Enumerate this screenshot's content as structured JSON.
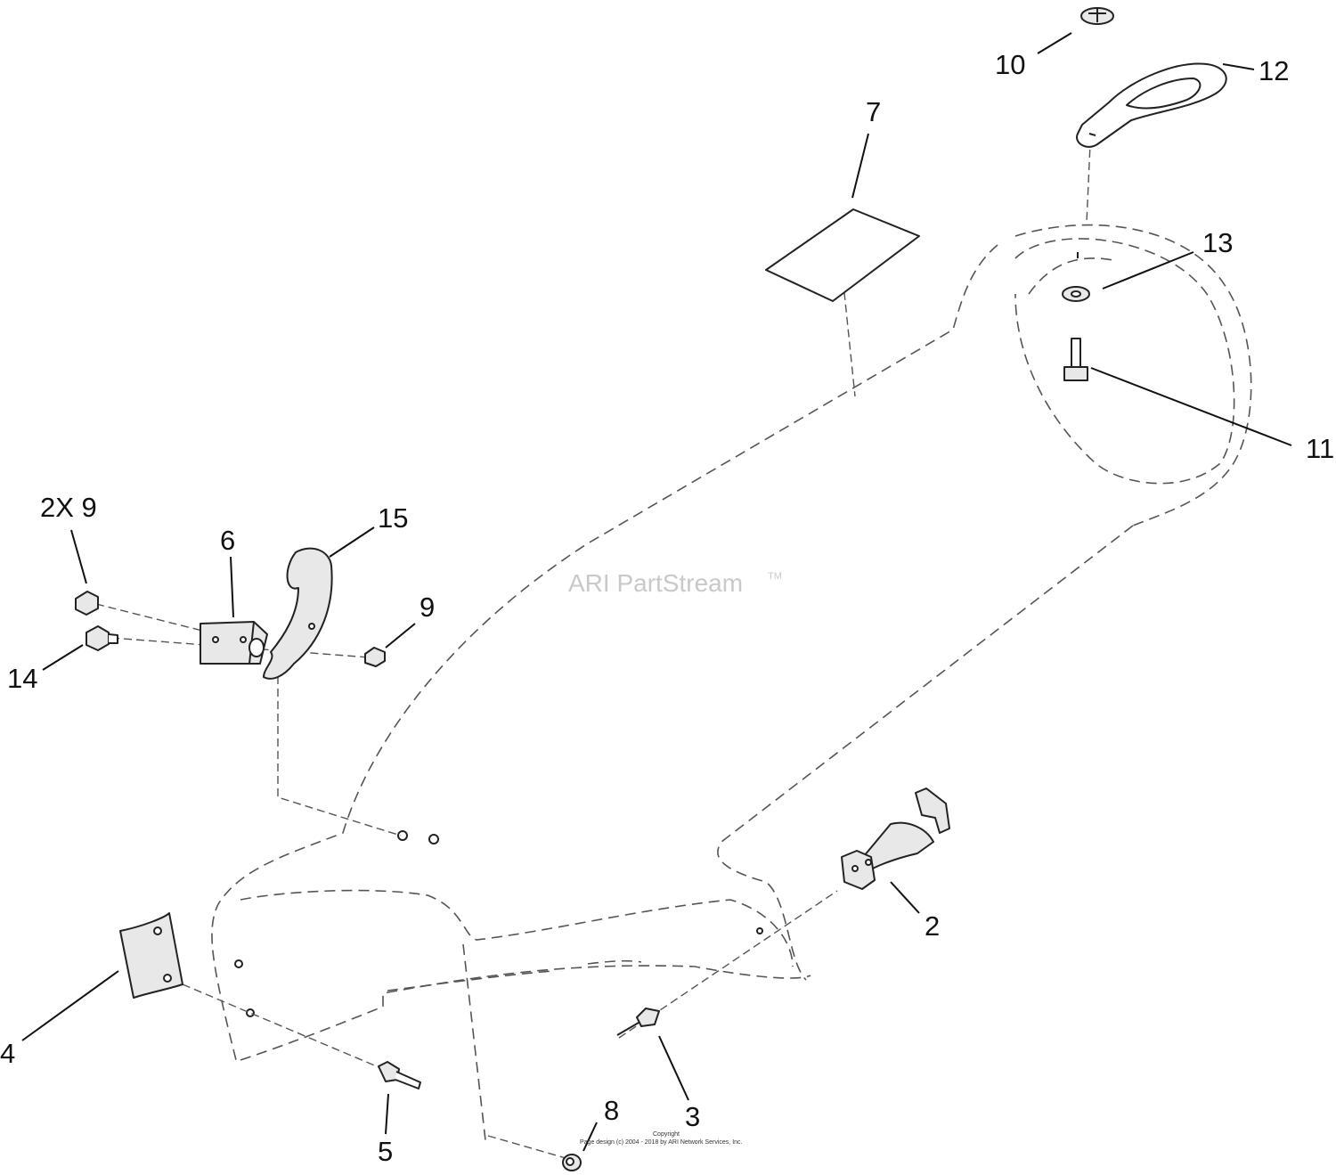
{
  "callouts": {
    "c10": "10",
    "c12": "12",
    "c7": "7",
    "c13": "13",
    "c11": "11",
    "c2x9": "2X 9",
    "c6": "6",
    "c15": "15",
    "c9": "9",
    "c14": "14",
    "c2": "2",
    "c4": "4",
    "c3": "3",
    "c8": "8",
    "c5": "5"
  },
  "watermark": {
    "text": "ARI PartStream",
    "tm": "TM"
  },
  "copyright": {
    "line1": "Copyright",
    "line2": "Page design (c) 2004 - 2018 by ARI Network Services, Inc."
  }
}
